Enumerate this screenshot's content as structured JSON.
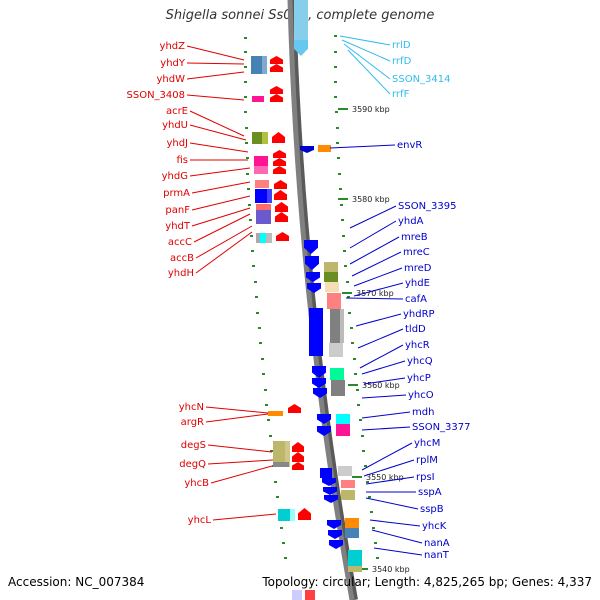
{
  "title": "Shigella sonnei Ss046, complete genome",
  "footer": {
    "accession": "Accession: NC_007384",
    "summary": "Topology: circular; Length: 4,825,265 bp; Genes: 4,337"
  },
  "colors": {
    "left_labels": "#e00000",
    "right_labels": "#0000cc",
    "rna_labels": "#33bbee",
    "backbone": "#808080"
  },
  "scale_labels": [
    "3590 kbp",
    "3580 kbp",
    "3570 kbp",
    "3560 kbp",
    "3550 kbp",
    "3540 kbp"
  ],
  "rna_genes": [
    "rrlD",
    "rrfD",
    "SSON_3414",
    "rrfF"
  ],
  "left_genes": [
    "yhdZ",
    "yhdY",
    "yhdW",
    "SSON_3408",
    "acrE",
    "yhdU",
    "yhdJ",
    "fis",
    "yhdG",
    "prmA",
    "panF",
    "yhdT",
    "accC",
    "accB",
    "yhdH",
    "yhcN",
    "argR",
    "degS",
    "degQ",
    "yhcB",
    "yhcL"
  ],
  "right_genes": [
    "envR",
    "SSON_3395",
    "yhdA",
    "mreB",
    "mreC",
    "mreD",
    "yhdE",
    "cafA",
    "yhdRP",
    "tldD",
    "yhcR",
    "yhcQ",
    "yhcP",
    "yhcO",
    "mdh",
    "SSON_3377",
    "yhcM",
    "rplM",
    "rpsI",
    "sspA",
    "sspB",
    "yhcK",
    "nanA",
    "nanT"
  ]
}
